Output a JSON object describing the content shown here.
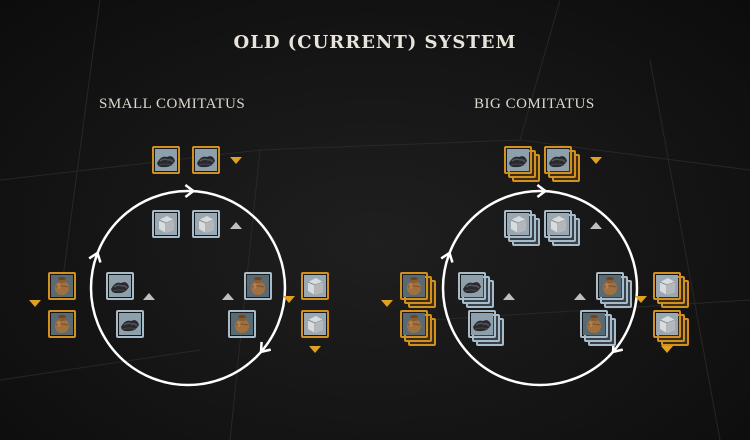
{
  "title": "OLD (CURRENT) SYSTEM",
  "diagrams": [
    {
      "label": "SMALL COMITATUS",
      "stack_depth": 1
    },
    {
      "label": "BIG COMITATUS",
      "stack_depth": 3
    }
  ],
  "colors": {
    "gold_border": "#d2901f",
    "silver_border": "#a7bccb",
    "gold_marker": "#e0a020",
    "grey_marker": "#bfbfbf",
    "ring": "#ffffff"
  },
  "icons": [
    "wool-bundle-icon",
    "stone-block-icon",
    "clay-jar-icon"
  ]
}
